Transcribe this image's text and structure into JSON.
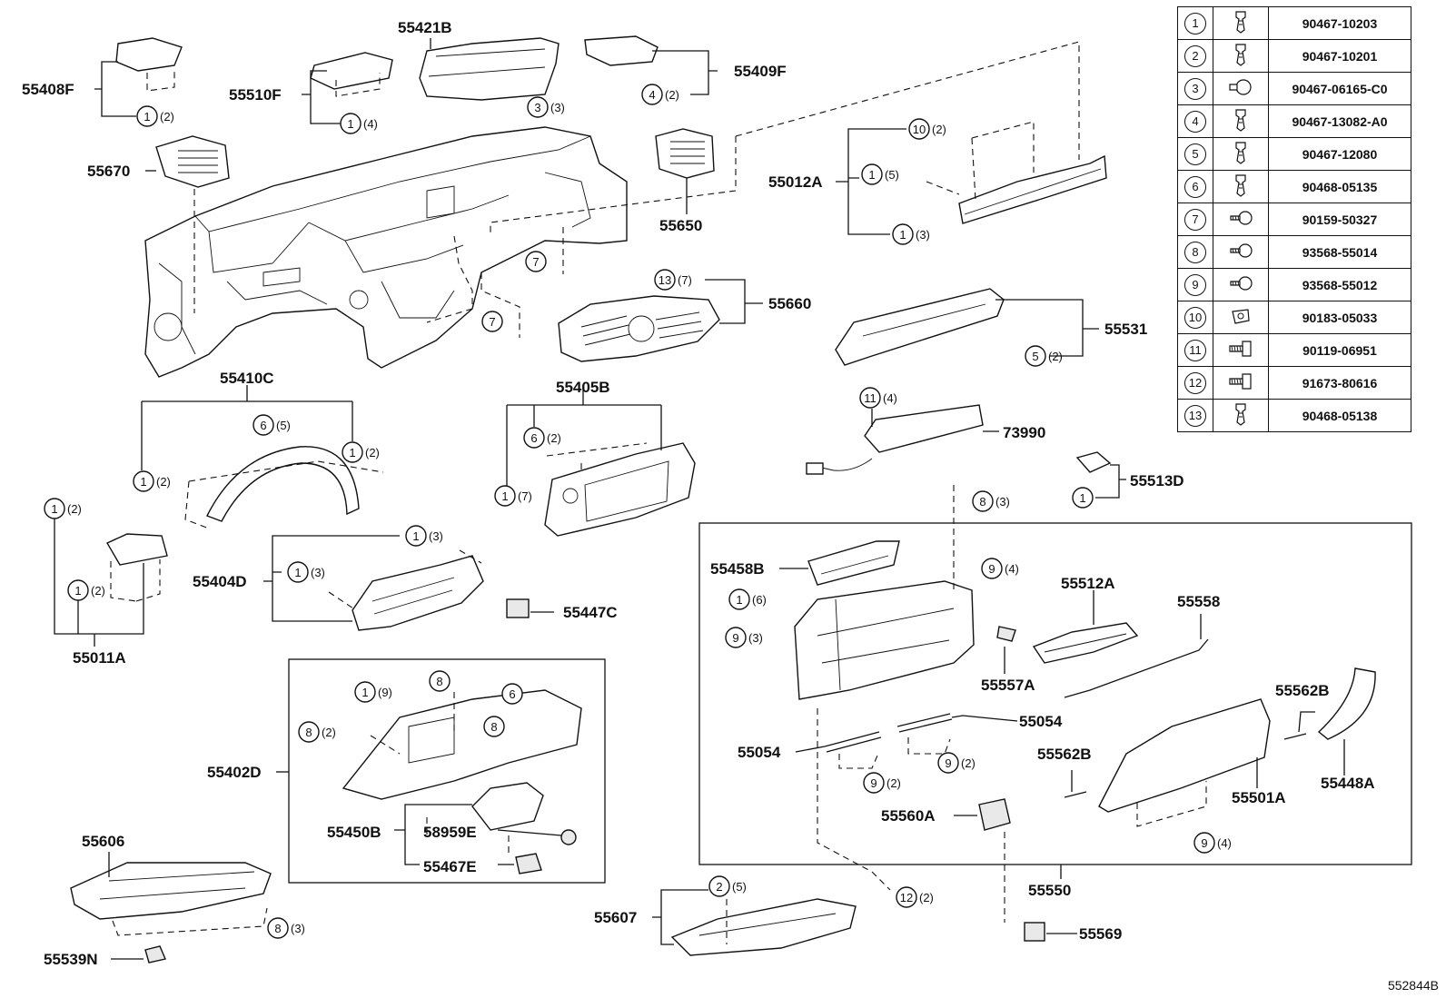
{
  "part_labels": {
    "p55408F": "55408F",
    "p55510F": "55510F",
    "p55421B": "55421B",
    "p55409F": "55409F",
    "p55670": "55670",
    "p55650": "55650",
    "p55012A": "55012A",
    "p55660": "55660",
    "p55531": "55531",
    "p73990": "73990",
    "p55410C": "55410C",
    "p55405B": "55405B",
    "p55513D": "55513D",
    "p55011A": "55011A",
    "p55404D": "55404D",
    "p55447C": "55447C",
    "p55458B": "55458B",
    "p55512A": "55512A",
    "p55558": "55558",
    "p55557A": "55557A",
    "p55562B_a": "55562B",
    "p55054_a": "55054",
    "p55054_b": "55054",
    "p55562B_b": "55562B",
    "p55501A": "55501A",
    "p55448A": "55448A",
    "p55402D": "55402D",
    "p55450B": "55450B",
    "p58959E": "58959E",
    "p55467E": "55467E",
    "p55560A": "55560A",
    "p55550": "55550",
    "p55606": "55606",
    "p55607": "55607",
    "p55539N": "55539N",
    "p55569": "55569"
  },
  "callouts": {
    "c1": {
      "n": "1",
      "q": "(2)"
    },
    "c2": {
      "n": "1",
      "q": "(4)"
    },
    "c3": {
      "n": "3",
      "q": "(3)"
    },
    "c4": {
      "n": "4",
      "q": "(2)"
    },
    "c5": {
      "n": "10",
      "q": "(2)"
    },
    "c6": {
      "n": "1",
      "q": "(5)"
    },
    "c7": {
      "n": "1",
      "q": "(3)"
    },
    "c8": {
      "n": "7",
      "q": ""
    },
    "c9": {
      "n": "7",
      "q": ""
    },
    "c10": {
      "n": "13",
      "q": "(7)"
    },
    "c11": {
      "n": "5",
      "q": "(2)"
    },
    "c12": {
      "n": "11",
      "q": "(4)"
    },
    "c13": {
      "n": "6",
      "q": "(5)"
    },
    "c14": {
      "n": "1",
      "q": "(2)"
    },
    "c15": {
      "n": "1",
      "q": "(2)"
    },
    "c16": {
      "n": "6",
      "q": "(2)"
    },
    "c17": {
      "n": "1",
      "q": "(7)"
    },
    "c18": {
      "n": "1",
      "q": "(2)"
    },
    "c19": {
      "n": "1",
      "q": "(2)"
    },
    "c20": {
      "n": "1",
      "q": "(3)"
    },
    "c21": {
      "n": "1",
      "q": "(3)"
    },
    "c22": {
      "n": "8",
      "q": "(3)"
    },
    "c23": {
      "n": "1",
      "q": ""
    },
    "c24": {
      "n": "9",
      "q": "(4)"
    },
    "c25": {
      "n": "1",
      "q": "(6)"
    },
    "c26": {
      "n": "9",
      "q": "(3)"
    },
    "c27": {
      "n": "9",
      "q": "(2)"
    },
    "c28": {
      "n": "9",
      "q": "(2)"
    },
    "c29": {
      "n": "9",
      "q": "(4)"
    },
    "c30": {
      "n": "1",
      "q": "(9)"
    },
    "c31": {
      "n": "8",
      "q": ""
    },
    "c32": {
      "n": "6",
      "q": ""
    },
    "c33": {
      "n": "8",
      "q": "(2)"
    },
    "c34": {
      "n": "8",
      "q": ""
    },
    "c35": {
      "n": "12",
      "q": "(2)"
    },
    "c36": {
      "n": "2",
      "q": "(5)"
    },
    "c37": {
      "n": "8",
      "q": "(3)"
    }
  },
  "legend": [
    {
      "num": "1",
      "icon": "push-clip-icon",
      "part": "90467-10203"
    },
    {
      "num": "2",
      "icon": "push-clip-icon",
      "part": "90467-10201"
    },
    {
      "num": "3",
      "icon": "rivet-clip-icon",
      "part": "90467-06165-C0"
    },
    {
      "num": "4",
      "icon": "push-clip-icon",
      "part": "90467-13082-A0"
    },
    {
      "num": "5",
      "icon": "push-clip-icon",
      "part": "90467-12080"
    },
    {
      "num": "6",
      "icon": "push-clip-icon",
      "part": "90468-05135"
    },
    {
      "num": "7",
      "icon": "screw-icon",
      "part": "90159-50327"
    },
    {
      "num": "8",
      "icon": "screw-icon",
      "part": "93568-55014"
    },
    {
      "num": "9",
      "icon": "screw-icon",
      "part": "93568-55012"
    },
    {
      "num": "10",
      "icon": "nut-clip-icon",
      "part": "90183-05033"
    },
    {
      "num": "11",
      "icon": "bolt-icon",
      "part": "90119-06951"
    },
    {
      "num": "12",
      "icon": "bolt-icon",
      "part": "91673-80616"
    },
    {
      "num": "13",
      "icon": "push-clip-icon",
      "part": "90468-05138"
    }
  ],
  "reference": "552844B"
}
